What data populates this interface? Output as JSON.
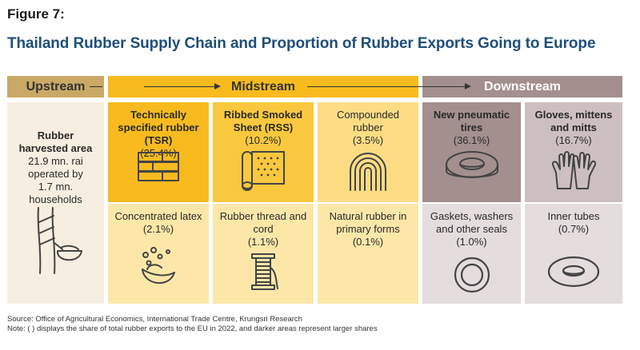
{
  "figure_label": "Figure 7:",
  "title": "Thailand Rubber Supply Chain and Proportion of Rubber Exports Going to Europe",
  "stages": {
    "upstream": "Upstream",
    "midstream": "Midstream",
    "downstream": "Downstream"
  },
  "upstream_cell": {
    "title_line1": "Rubber",
    "title_line2": "harvested area",
    "line3": "21.9 mn. rai",
    "line4": "operated by",
    "line5": "1.7 mn. households",
    "icon": "rubber-tapping-icon"
  },
  "cells": {
    "tsr": {
      "name": "Technically specified rubber (TSR)",
      "pct": "(25.4%)",
      "share": 25.4,
      "icon": "brick-blocks-icon"
    },
    "rss": {
      "name": "Ribbed Smoked Sheet (RSS)",
      "pct": "(10.2%)",
      "share": 10.2,
      "icon": "rubber-sheet-roll-icon"
    },
    "compound": {
      "name": "Compounded rubber",
      "pct": "(3.5%)",
      "share": 3.5,
      "icon": "coiled-rubber-icon"
    },
    "latex": {
      "name": "Concentrated latex",
      "pct": "(2.1%)",
      "share": 2.1,
      "icon": "latex-cup-icon"
    },
    "thread": {
      "name": "Rubber thread and cord",
      "pct": "(1.1%)",
      "share": 1.1,
      "icon": "thread-spool-icon"
    },
    "natural": {
      "name": "Natural rubber in primary forms",
      "pct": "(0.1%)",
      "share": 0.1,
      "icon": ""
    },
    "tires": {
      "name": "New pneumatic tires",
      "pct": "(36.1%)",
      "share": 36.1,
      "icon": "tire-icon"
    },
    "gloves": {
      "name": "Gloves, mittens and mitts",
      "pct": "(16.7%)",
      "share": 16.7,
      "icon": "gloves-icon"
    },
    "gaskets": {
      "name": "Gaskets, washers and other seals",
      "pct": "(1.0%)",
      "share": 1.0,
      "icon": "gasket-ring-icon"
    },
    "tubes": {
      "name": "Inner tubes",
      "pct": "(0.7%)",
      "share": 0.7,
      "icon": "inner-tube-icon"
    }
  },
  "colors": {
    "upstream_header": "#c9a965",
    "upstream_cell": "#f6eee0",
    "midstream_header": "#f7bb1f",
    "tsr": "#f7bb1f",
    "rss": "#fac83e",
    "compound": "#fddc84",
    "mid_light": "#fde7a8",
    "downstream_header": "#a48f8f",
    "tires": "#a48f8f",
    "gloves": "#cdbfc0",
    "down_light": "#e4dcdd",
    "title": "#1f4e79"
  },
  "source": "Source: Office of Agricultural Economics, International Trade Centre, Krungsri Research",
  "note": "Note: ( ) displays the share of total rubber exports to the EU in 2022, and darker areas represent larger shares"
}
